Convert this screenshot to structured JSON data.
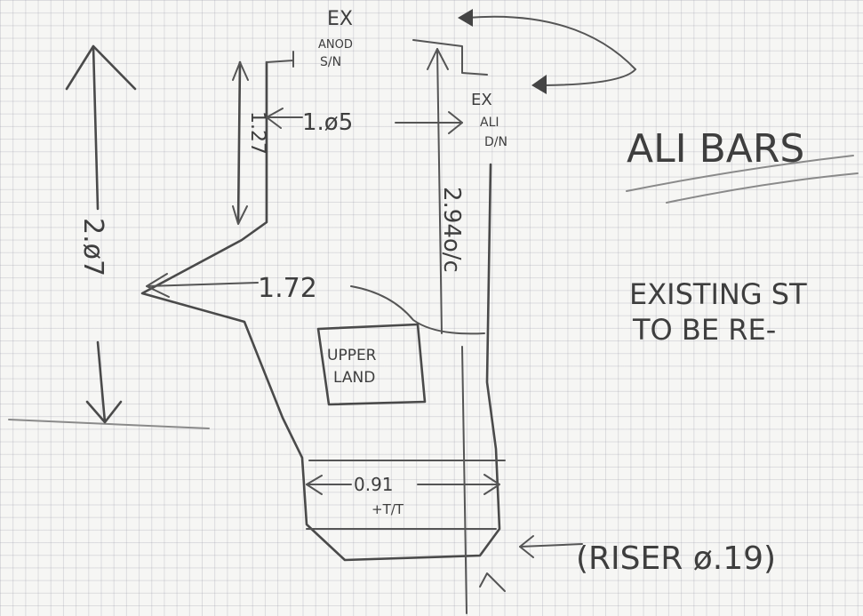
{
  "sketch": {
    "labels": {
      "ex_anod_top": "EX",
      "ex_anod_mid": "ANOD",
      "ex_anod_bot": "S/N",
      "ex_ali_top": "EX",
      "ex_ali_mid": "ALI",
      "ex_ali_bot": "D/N",
      "dim_1_27": "1.27",
      "dim_1_05": "1.ø5",
      "dim_2_07": "2.ø7",
      "dim_1_72": "1.72",
      "dim_2_94": "2.94o/c",
      "dim_0_91": "0.91",
      "dim_0_91_sub": "+T/T",
      "upper_top": "UPPER",
      "upper_bot": "LAND",
      "riser": "(RISER ø.19)"
    },
    "notes": {
      "title": "ALI BARS",
      "line1": "EXISTING ST",
      "line2": "TO BE RE-"
    }
  },
  "colors": {
    "paper": "#f6f6f4",
    "grid": "#9696a5",
    "pencil": "#4a4a4a"
  }
}
